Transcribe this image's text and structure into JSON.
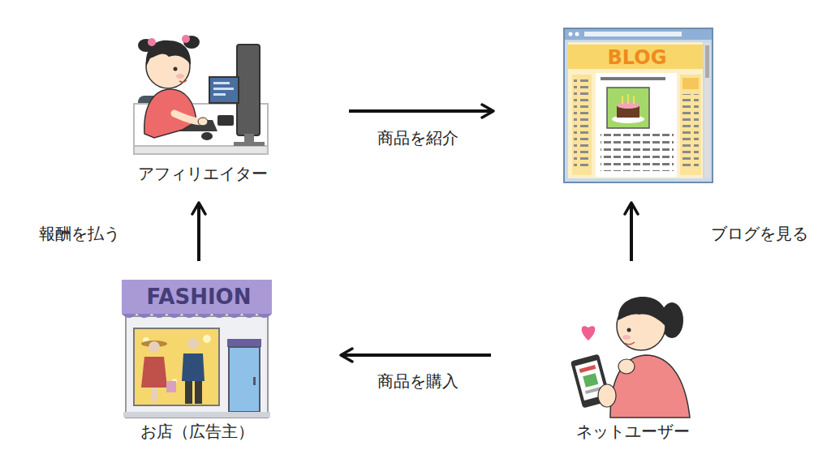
{
  "diagram": {
    "nodes": [
      {
        "text": [
          "アフィリエイター"
        ]
      },
      {
        "text": [
          "BLOG"
        ]
      },
      {
        "text": [
          "FASHION",
          "お店（広告主）"
        ]
      },
      {
        "text": [
          "ネットユーザー"
        ]
      }
    ],
    "edges": [
      {
        "from": 0,
        "to": 1,
        "label": "商品を紹介",
        "arrow": "to"
      },
      {
        "from": 3,
        "to": 1,
        "label": "ブログを見る",
        "arrow": "to"
      },
      {
        "from": 3,
        "to": 2,
        "label": "商品を購入",
        "arrow": "to"
      },
      {
        "from": 2,
        "to": 0,
        "label": "報酬を払う",
        "arrow": "to"
      }
    ]
  }
}
